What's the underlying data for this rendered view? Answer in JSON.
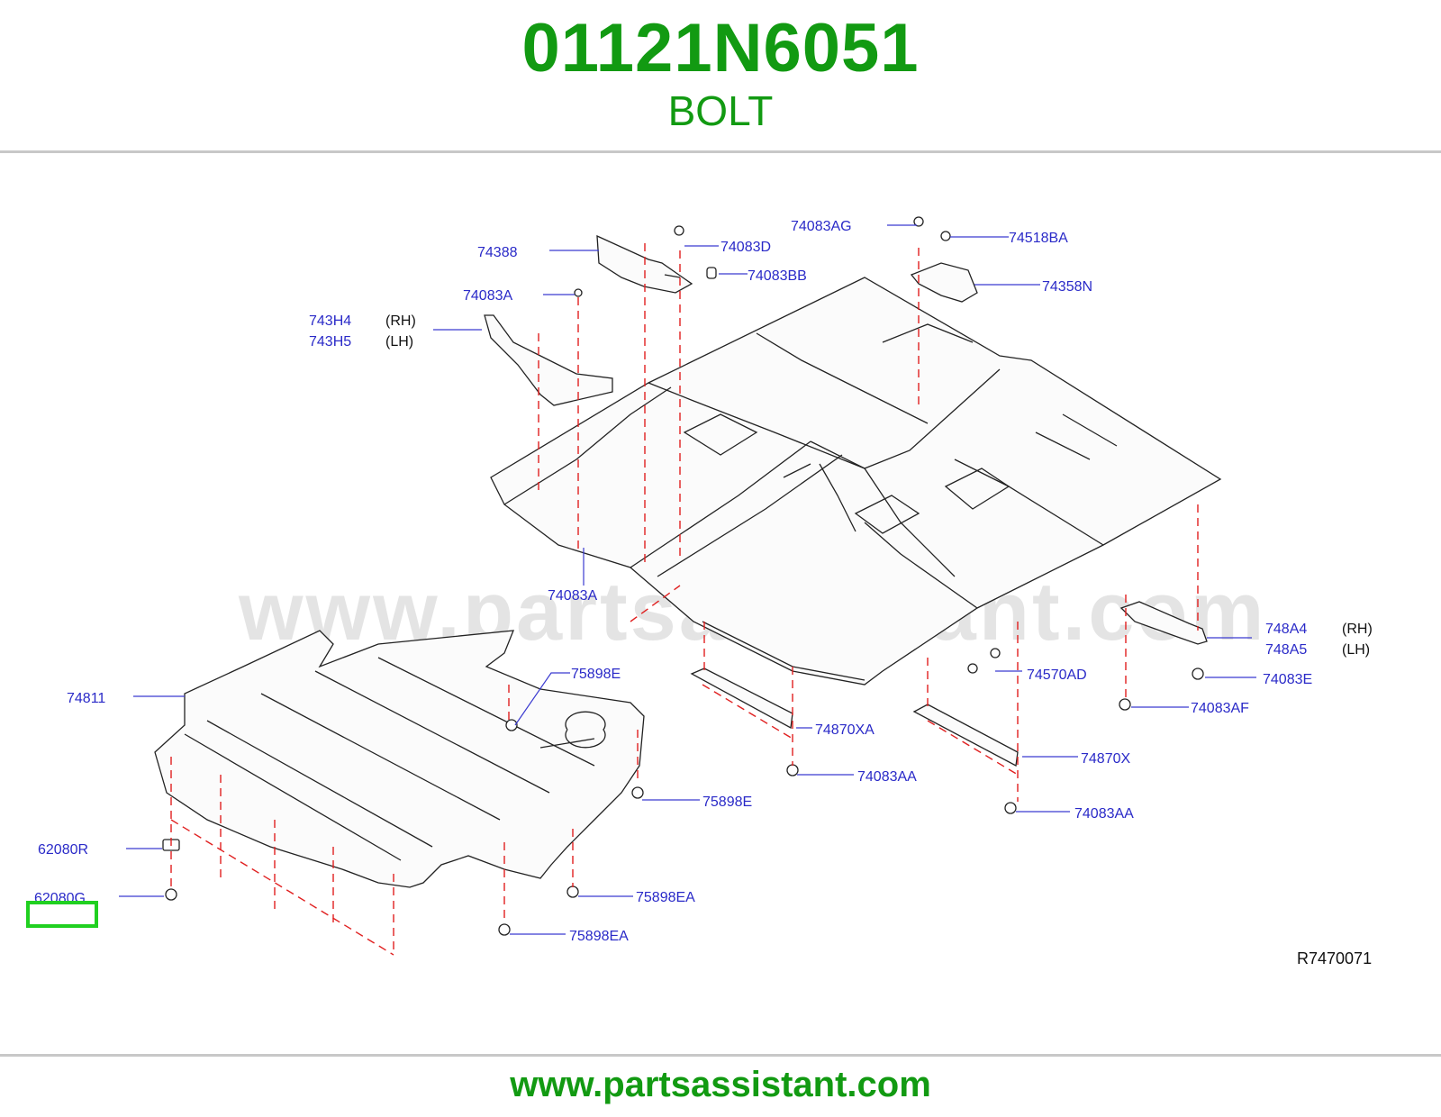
{
  "header": {
    "part_number": "01121N6051",
    "part_name": "BOLT"
  },
  "footer": {
    "url": "www.partsassistant.com"
  },
  "watermark": "www.partsassistant.com",
  "diagram": {
    "reference": "R7470071",
    "highlighted_part": "62080G",
    "callouts": [
      {
        "id": "74083AG",
        "label": "74083AG"
      },
      {
        "id": "74518BA",
        "label": "74518BA"
      },
      {
        "id": "74083D",
        "label": "74083D"
      },
      {
        "id": "74388",
        "label": "74388"
      },
      {
        "id": "74083BB",
        "label": "74083BB"
      },
      {
        "id": "74358N",
        "label": "74358N"
      },
      {
        "id": "74083A-top",
        "label": "74083A"
      },
      {
        "id": "743H4",
        "label": "743H4",
        "side": "(RH)"
      },
      {
        "id": "743H5",
        "label": "743H5",
        "side": "(LH)"
      },
      {
        "id": "74083A-bottom",
        "label": "74083A"
      },
      {
        "id": "748A4",
        "label": "748A4",
        "side": "(RH)"
      },
      {
        "id": "748A5",
        "label": "748A5",
        "side": "(LH)"
      },
      {
        "id": "74570AD",
        "label": "74570AD"
      },
      {
        "id": "74083E",
        "label": "74083E"
      },
      {
        "id": "74811",
        "label": "74811"
      },
      {
        "id": "75898E-top",
        "label": "75898E"
      },
      {
        "id": "74083AF",
        "label": "74083AF"
      },
      {
        "id": "74870XA",
        "label": "74870XA"
      },
      {
        "id": "74870X",
        "label": "74870X"
      },
      {
        "id": "74083AA-1",
        "label": "74083AA"
      },
      {
        "id": "75898E-mid",
        "label": "75898E"
      },
      {
        "id": "74083AA-2",
        "label": "74083AA"
      },
      {
        "id": "62080R",
        "label": "62080R"
      },
      {
        "id": "62080G",
        "label": "62080G"
      },
      {
        "id": "75898EA-1",
        "label": "75898EA"
      },
      {
        "id": "75898EA-2",
        "label": "75898EA"
      }
    ]
  },
  "colors": {
    "brand_green": "#129a12",
    "callout_blue": "#2a2ac8",
    "leader_line": "#3a3ad0",
    "dashed_red": "#e02020",
    "highlight_green": "#20d020",
    "rule_gray": "#c8c8c8"
  }
}
